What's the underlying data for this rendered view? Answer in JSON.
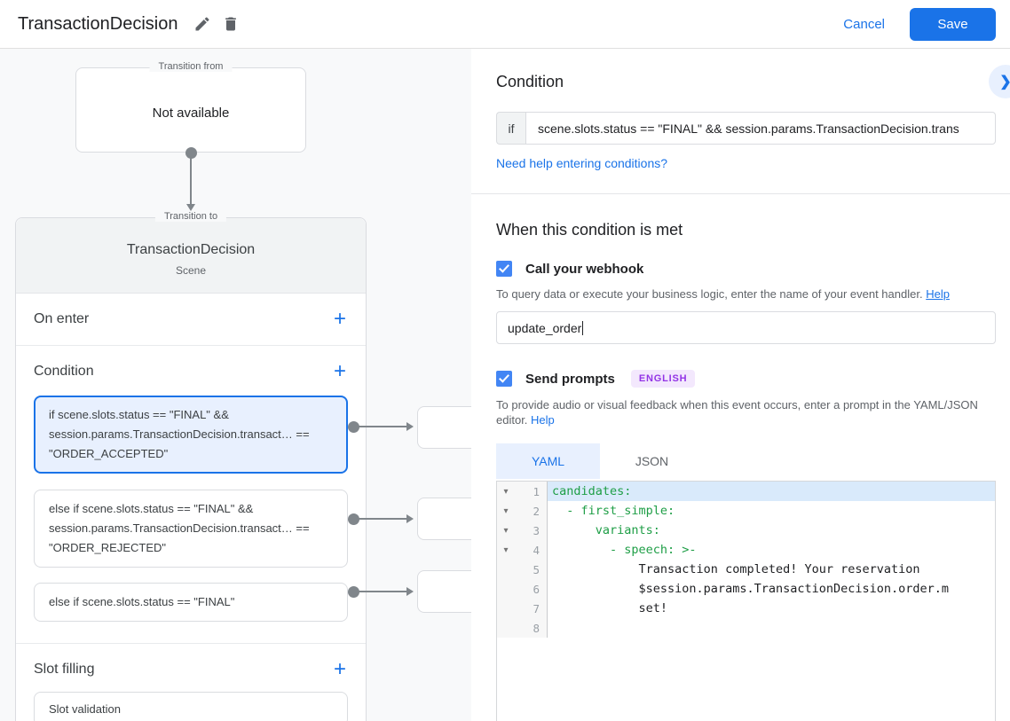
{
  "topbar": {
    "title": "TransactionDecision",
    "cancel_label": "Cancel",
    "save_label": "Save"
  },
  "colors": {
    "accent_blue": "#1a73e8",
    "selected_condition_bg": "#e8f0fe",
    "code_key_green": "#1e9e46",
    "language_badge_purple": "#9334e6"
  },
  "icons": {
    "plus_glyph": "+",
    "chevron_glyph": "❯",
    "fold_glyph": "▾"
  },
  "flow": {
    "from_label": "Transition from",
    "from_value": "Not available",
    "to_label": "Transition to",
    "scene_name": "TransactionDecision",
    "scene_type": "Scene",
    "sections": {
      "on_enter": "On enter",
      "condition": "Condition",
      "slot_filling": "Slot filling"
    },
    "conditions": [
      {
        "text": "if scene.slots.status == \"FINAL\" && session.params.TransactionDecision.transact… == \"ORDER_ACCEPTED\"",
        "selected": true
      },
      {
        "text": "else if scene.slots.status == \"FINAL\" && session.params.TransactionDecision.transact… == \"ORDER_REJECTED\"",
        "selected": false
      },
      {
        "text": "else if scene.slots.status == \"FINAL\"",
        "selected": false
      }
    ],
    "slot_card_label": "Slot validation"
  },
  "panel": {
    "title": "Condition",
    "if_label": "if",
    "if_value": "scene.slots.status == \"FINAL\" && session.params.TransactionDecision.trans",
    "conditions_help_link": "Need help entering conditions?",
    "met_heading": "When this condition is met",
    "webhook": {
      "checked": true,
      "label": "Call your webhook",
      "desc": "To query data or execute your business logic, enter the name of your event handler.",
      "help_label": "Help",
      "value": "update_order"
    },
    "prompts": {
      "checked": true,
      "label": "Send prompts",
      "badge": "ENGLISH",
      "desc": "To provide audio or visual feedback when this event occurs, enter a prompt in the YAML/JSON editor.",
      "help_label": "Help"
    },
    "tabs": [
      {
        "label": "YAML",
        "active": true
      },
      {
        "label": "JSON",
        "active": false
      }
    ],
    "editor": {
      "lines": [
        {
          "n": 1,
          "text": "candidates:"
        },
        {
          "n": 2,
          "text": "  - first_simple:"
        },
        {
          "n": 3,
          "text": "      variants:"
        },
        {
          "n": 4,
          "text": "        - speech: >-"
        },
        {
          "n": 5,
          "text": "            Transaction completed! Your reservation"
        },
        {
          "n": 6,
          "text": "            $session.params.TransactionDecision.order.m"
        },
        {
          "n": 7,
          "text": "            set!"
        },
        {
          "n": 8,
          "text": ""
        }
      ]
    }
  }
}
